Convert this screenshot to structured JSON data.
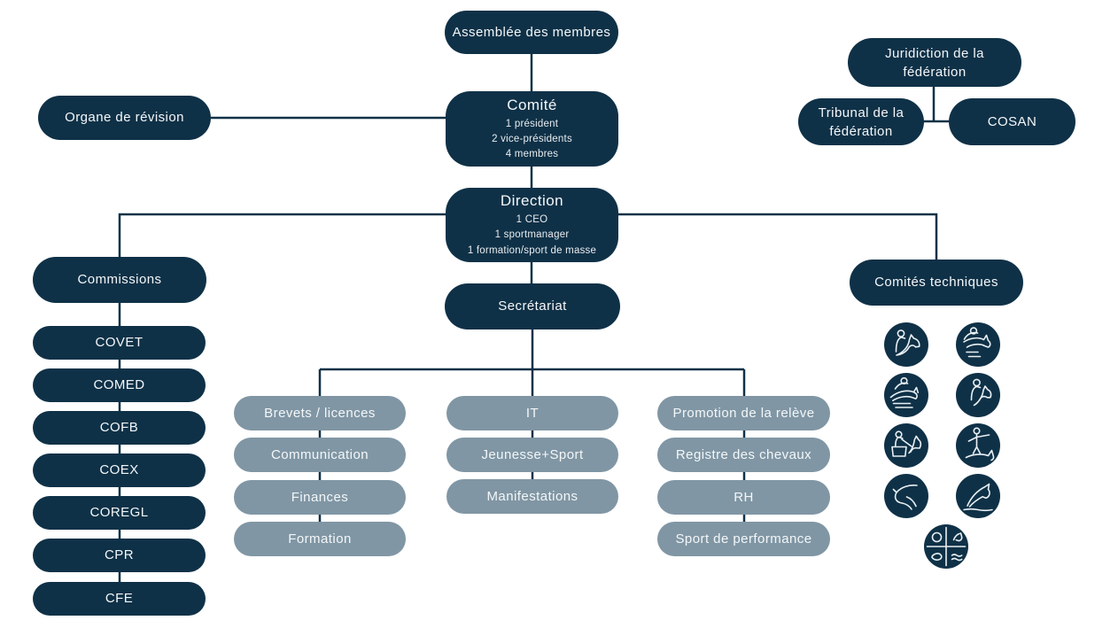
{
  "palette": {
    "navy": "#0F3147",
    "gray": "#8096A4",
    "text": "#F3F7F9",
    "background": "#FFFFFF"
  },
  "chart": {
    "assemblee": {
      "label": "Assemblée des membres"
    },
    "organe_revision": {
      "label": "Organe de révision"
    },
    "comite": {
      "title": "Comité",
      "line1": "1 président",
      "line2": "2 vice-présidents",
      "line3": "4 membres"
    },
    "juridiction": {
      "label": "Juridiction de la fédération"
    },
    "tribunal": {
      "label": "Tribunal de la fédération"
    },
    "cosan": {
      "label": "COSAN"
    },
    "direction": {
      "title": "Direction",
      "line1": "1 CEO",
      "line2": "1 sportmanager",
      "line3": "1 formation/sport de masse"
    },
    "secretariat": {
      "label": "Secrétariat"
    },
    "commissions": {
      "label": "Commissions",
      "items": [
        "COVET",
        "COMED",
        "COFB",
        "COEX",
        "COREGL",
        "CPR",
        "CFE"
      ]
    },
    "comites_techniques": {
      "label": "Comités techniques",
      "icons": [
        "dressage",
        "jumping",
        "eventing",
        "endurance-rider",
        "driving",
        "vaulting",
        "horse-head-bent",
        "horse-head",
        "multi-disciplines"
      ]
    },
    "services": {
      "col1": [
        "Brevets / licences",
        "Communication",
        "Finances",
        "Formation"
      ],
      "col2": [
        "IT",
        "Jeunesse+Sport",
        "Manifestations"
      ],
      "col3": [
        "Promotion de la relève",
        "Registre des chevaux",
        "RH",
        "Sport de performance"
      ]
    }
  }
}
